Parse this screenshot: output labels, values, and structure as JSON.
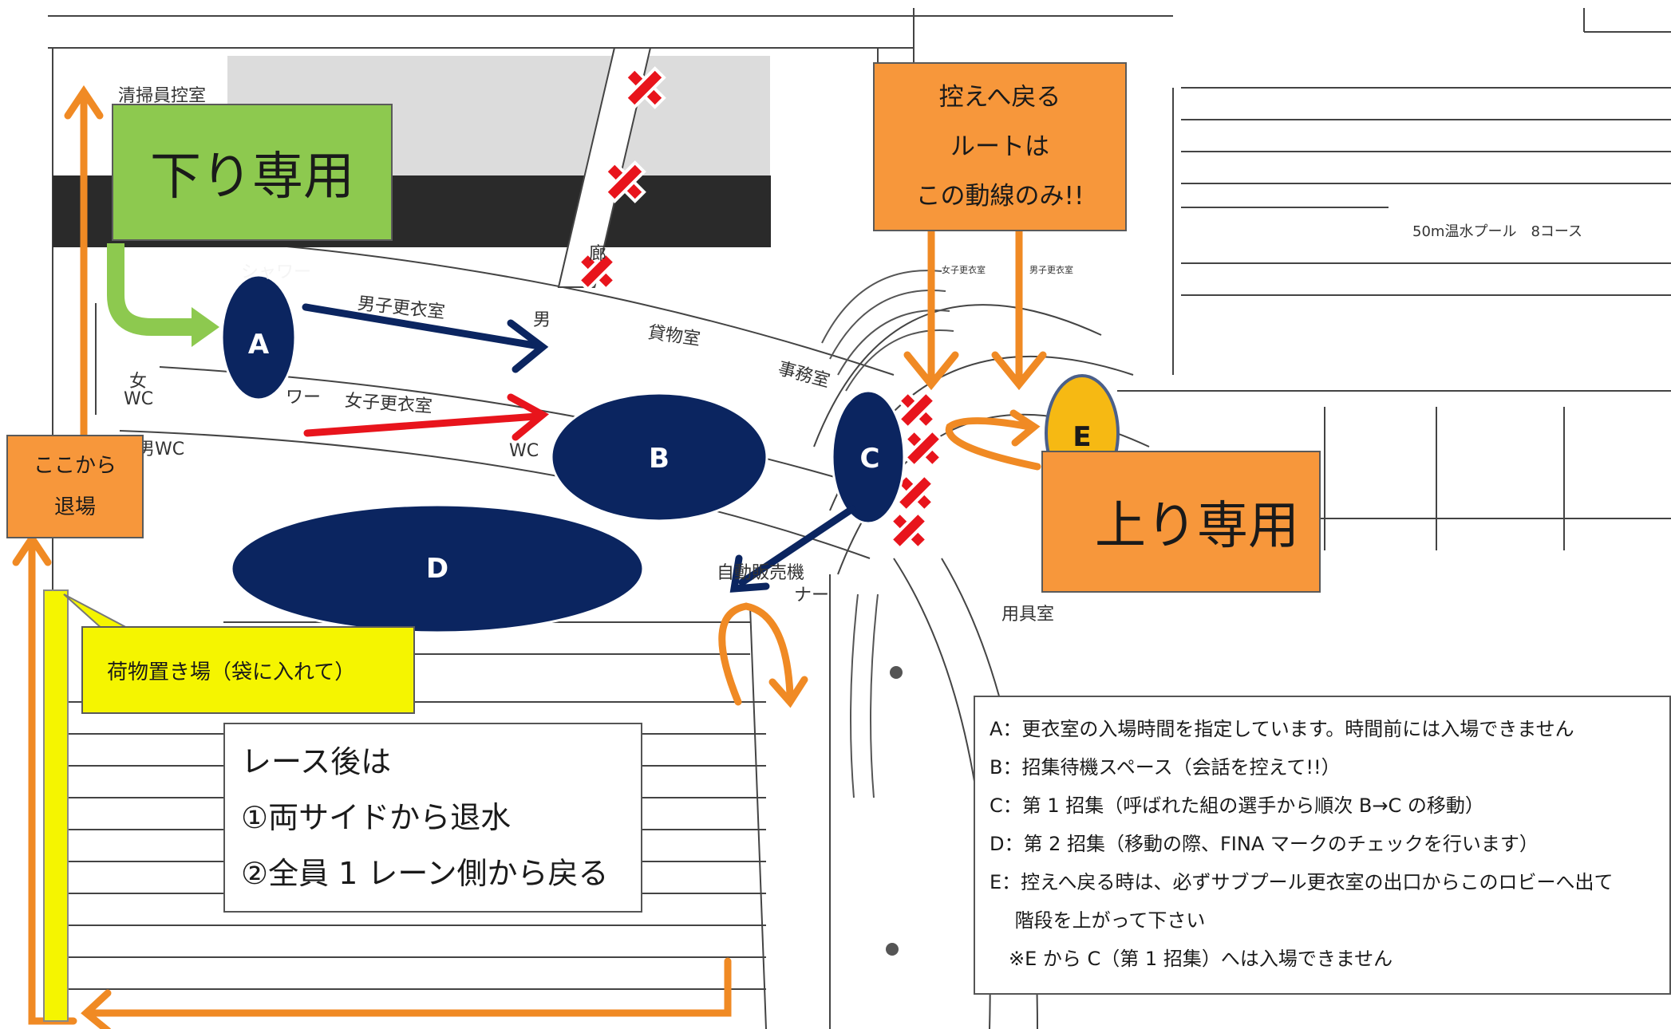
{
  "map_labels": {
    "cleaning_room": "清掃員控室",
    "shower_top": "シャワー",
    "mens_locker": "男子更衣室",
    "mens_wc": "男",
    "storage": "貸物室",
    "office": "事務室",
    "shower_left": "ワー",
    "womens_locker": "女子更衣室",
    "womens_wc_a": "女",
    "womens_wc_b": "WC",
    "wc_small": "WC",
    "mens_wc_left": "男WC",
    "vending": "自動販売機",
    "vending_2": "ナー",
    "cleaning_supply": "用具室",
    "pool_label": "50m温水プール　8コース",
    "hallway": "廊",
    "small_a": "女子更衣室",
    "small_b": "男子更衣室"
  },
  "zones": {
    "a": "A",
    "b": "B",
    "c": "C",
    "d": "D",
    "e": "E"
  },
  "callouts": {
    "down_only": "下り専用",
    "up_only": "上り専用",
    "return_route": [
      "控えへ戻る",
      "ルートは",
      "この動線のみ!!"
    ],
    "exit_here": [
      "ここから",
      "退場"
    ],
    "luggage": "荷物置き場（袋に入れて）",
    "after_race": [
      "レース後は",
      "①両サイドから退水",
      "②全員 1 レーン側から戻る"
    ]
  },
  "legend": [
    "A：更衣室の入場時間を指定しています。時間前には入場できません",
    "B：招集待機スペース（会話を控えて!!）",
    "C：第 1 招集（呼ばれた組の選手から順次 B→C の移動）",
    "D：第 2 招集（移動の際、FINA マークのチェックを行います）",
    "E：控えへ戻る時は、必ずサブプール更衣室の出口からこのロビーへ出て",
    "　 階段を上がって下さい",
    "　※E から C（第 1 招集）へは入場できません"
  ],
  "colors": {
    "navy": "#0b2560",
    "orange": "#f7973b",
    "green": "#8dc94f",
    "yellow": "#f5f500",
    "red_cross": "#e8141c",
    "red_arrow": "#e8141c",
    "zone_e": "#f6b913"
  }
}
